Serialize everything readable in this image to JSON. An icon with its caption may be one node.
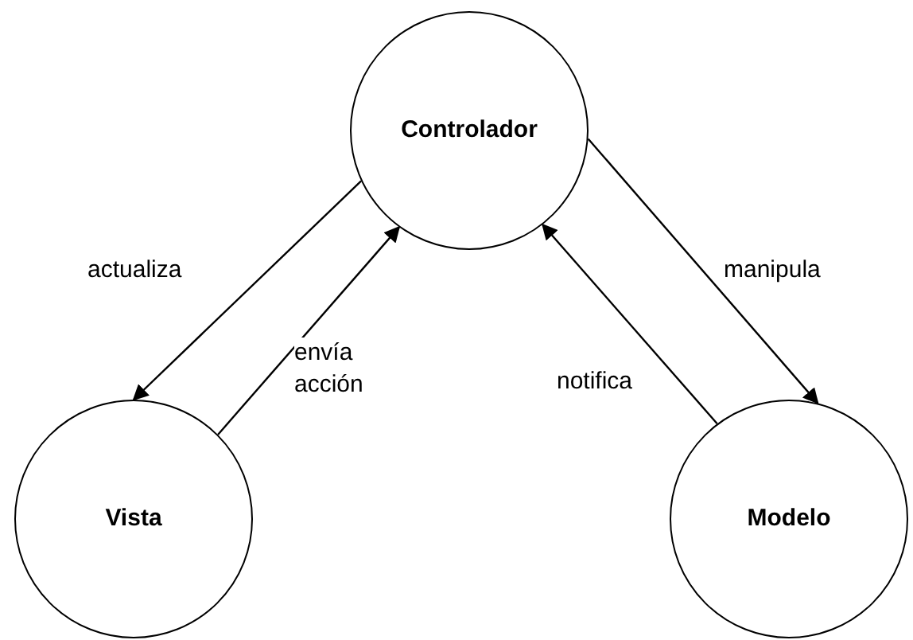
{
  "diagram": {
    "nodes": [
      {
        "text": [
          "Controlador"
        ]
      },
      {
        "text": [
          "Vista"
        ]
      },
      {
        "text": [
          "Modelo"
        ]
      }
    ],
    "edges": [
      {
        "from": 0,
        "to": 1,
        "arrow": "to",
        "label": "actualiza"
      },
      {
        "from": 1,
        "to": 0,
        "arrow": "to",
        "label": "envía acción"
      },
      {
        "from": 2,
        "to": 0,
        "arrow": "to",
        "label": "notifica"
      },
      {
        "from": 0,
        "to": 2,
        "arrow": "to",
        "label": "manipula"
      }
    ]
  }
}
